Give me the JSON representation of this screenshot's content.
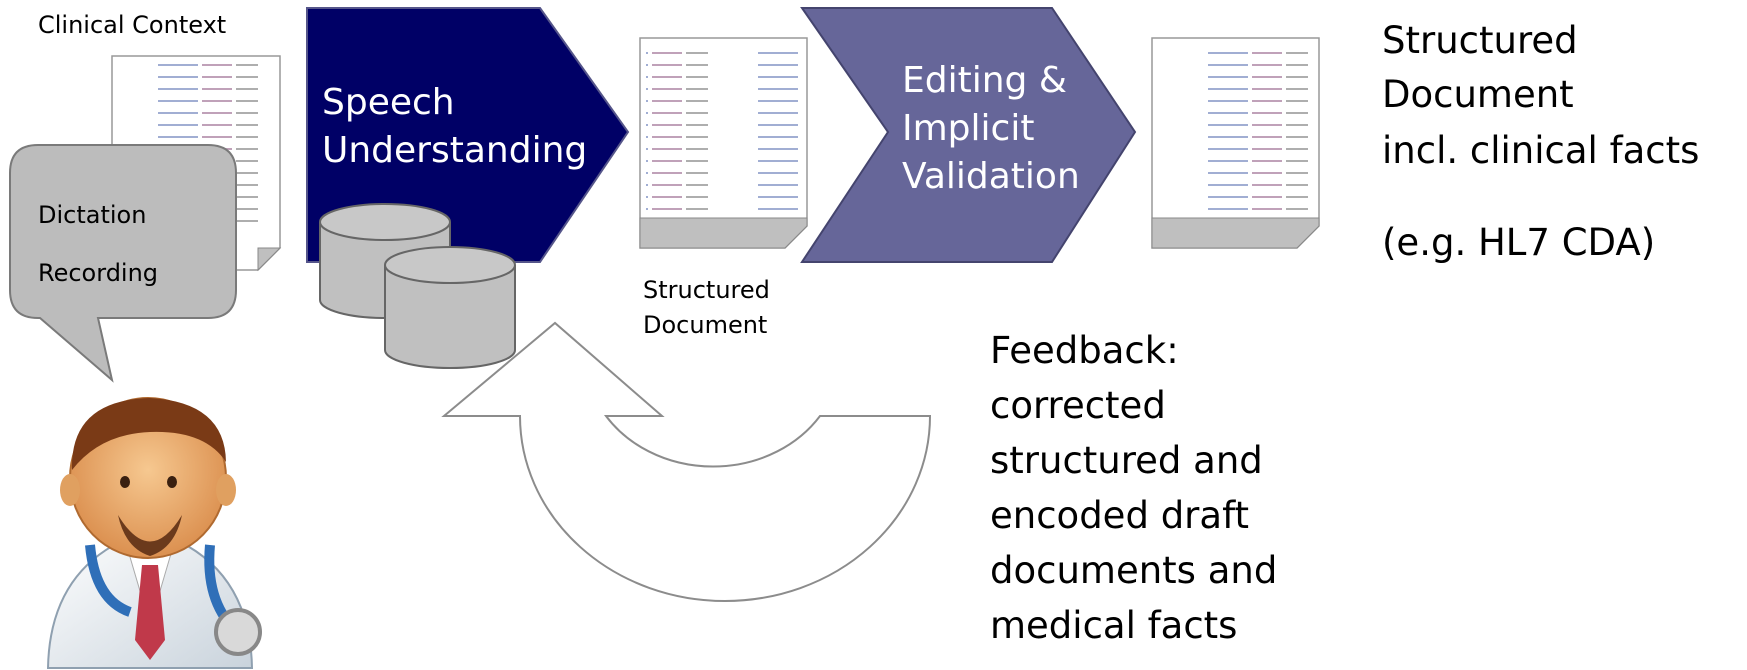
{
  "labels": {
    "clinical_context": "Clinical Context",
    "dictation_line1": "Dictation",
    "dictation_line2": "Recording",
    "speech_line1": "Speech",
    "speech_line2": "Understanding",
    "editing_line1": "Editing &",
    "editing_line2": "Implicit",
    "editing_line3": "Validation",
    "structured_doc_line1": "Structured",
    "structured_doc_line2": "Document",
    "output_line1": "Structured",
    "output_line2": "Document",
    "output_line3": "incl. clinical facts",
    "output_line4": "(e.g. HL7 CDA)",
    "feedback_line1": "Feedback:",
    "feedback_line2": "corrected",
    "feedback_line3": "structured and",
    "feedback_line4": "encoded draft",
    "feedback_line5": "documents and",
    "feedback_line6": "medical facts"
  },
  "colors": {
    "speech_chevron": "#000066",
    "editing_chevron": "#666699",
    "bubble_fill": "#bcbcbc",
    "database_fill": "#c0c0c0",
    "document_fold": "#bfbfbf"
  },
  "icons": {
    "documents": "document-icon",
    "databases": "database-icon",
    "doctor": "doctor-avatar-icon",
    "feedback": "u-turn-arrow-icon"
  }
}
